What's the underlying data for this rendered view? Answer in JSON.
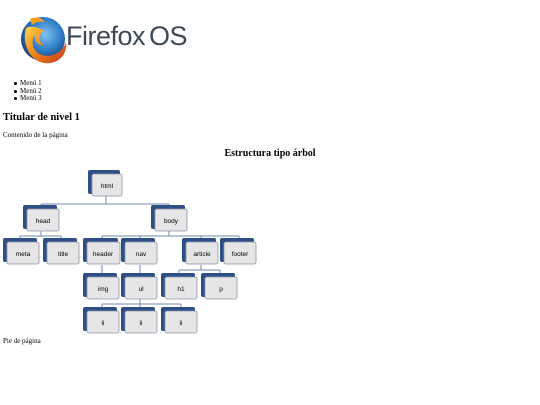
{
  "logo": {
    "word1": "Firefox",
    "word2": "OS",
    "icon": "firefox-globe-icon"
  },
  "menu": {
    "items": [
      {
        "label": "Menú 1"
      },
      {
        "label": "Menú 2"
      },
      {
        "label": "Menú 3"
      }
    ]
  },
  "main": {
    "heading": "Titular de nivel 1",
    "content": "Contenido de la página"
  },
  "tree": {
    "title": "Estructura tipo árbol",
    "nodes": {
      "html": "html",
      "head": "head",
      "body": "body",
      "meta": "meta",
      "title": "title",
      "header": "header",
      "nav": "nav",
      "article": "article",
      "footer": "footer",
      "img": "img",
      "ul": "ul",
      "h1": "h1",
      "p": "p",
      "li1": "li",
      "li2": "li",
      "li3": "li"
    }
  },
  "footer": {
    "text": "Pie de página"
  },
  "colors": {
    "node_shadow": "#2e4f86",
    "node_fill": "#e6e6e6",
    "node_border": "#8a97a8",
    "connector": "#6f87b0",
    "logo_text": "#3c4a58"
  }
}
